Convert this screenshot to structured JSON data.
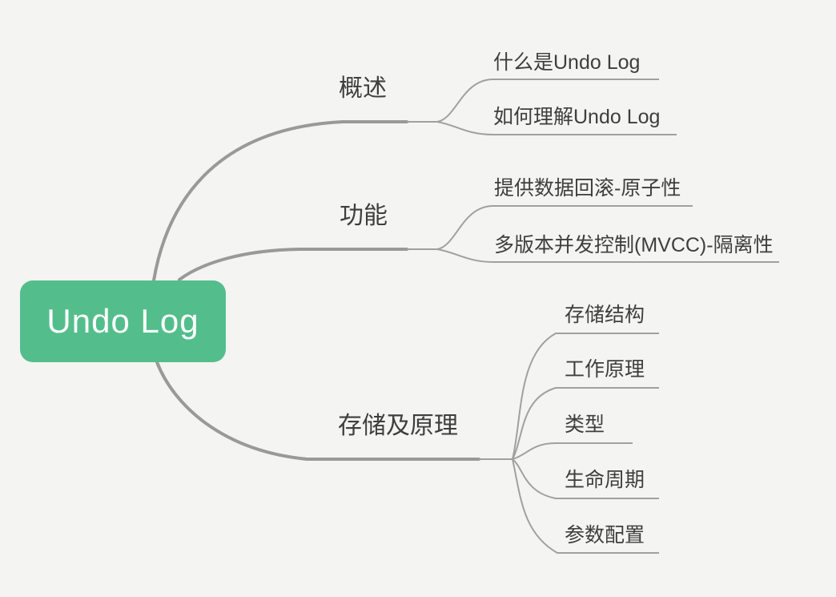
{
  "colors": {
    "background": "#f4f4f2",
    "root_fill": "#53be8c",
    "root_text": "#ffffff",
    "branch_line": "#999999",
    "child_line": "#a0a0a0",
    "text": "#3e3e3e"
  },
  "mindmap": {
    "root": {
      "label": "Undo Log"
    },
    "branches": [
      {
        "label": "概述",
        "children": [
          {
            "label": "什么是Undo Log"
          },
          {
            "label": "如何理解Undo Log"
          }
        ]
      },
      {
        "label": "功能",
        "children": [
          {
            "label": "提供数据回滚-原子性"
          },
          {
            "label": "多版本并发控制(MVCC)-隔离性"
          }
        ]
      },
      {
        "label": "存储及原理",
        "children": [
          {
            "label": "存储结构"
          },
          {
            "label": "工作原理"
          },
          {
            "label": "类型"
          },
          {
            "label": "生命周期"
          },
          {
            "label": "参数配置"
          }
        ]
      }
    ]
  }
}
